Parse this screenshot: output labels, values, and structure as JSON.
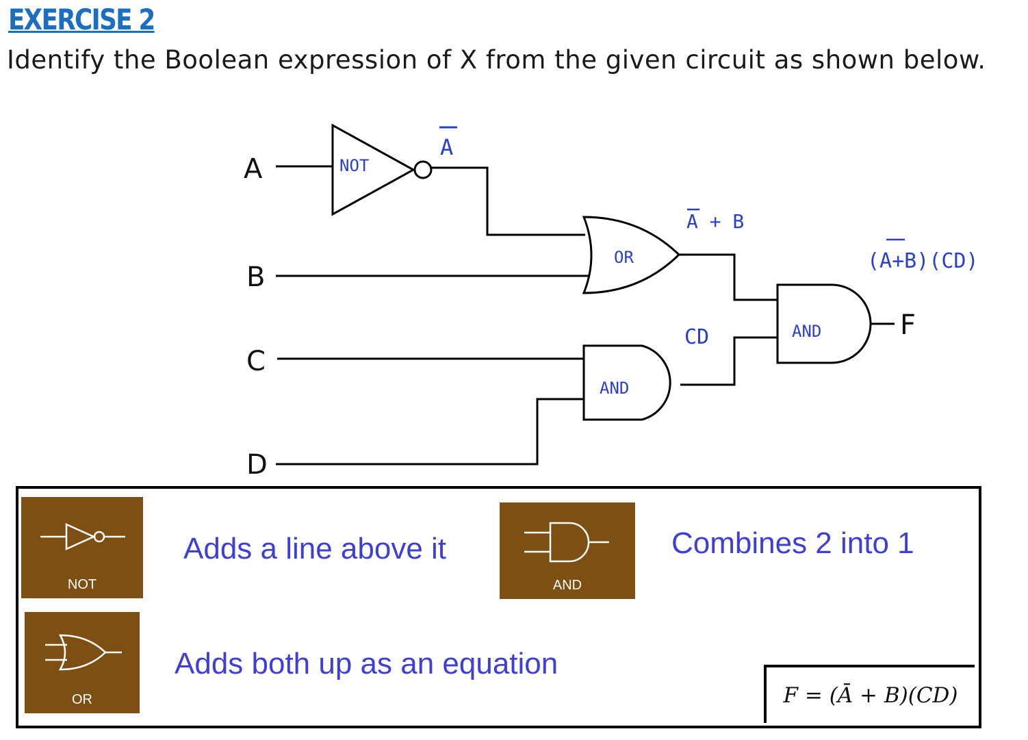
{
  "header": {
    "title": "EXERCISE 2",
    "instruction": "Identify the Boolean expression of X from the given circuit as shown below."
  },
  "circuit": {
    "inputs": [
      "A",
      "B",
      "C",
      "D"
    ],
    "output": "F",
    "gates": {
      "not": "NOT",
      "or": "OR",
      "and1": "AND",
      "and2": "AND"
    },
    "annotations": {
      "not_a": "A",
      "a_plus_b": "A + B",
      "cd": "CD",
      "final": "(A+B)(CD)"
    }
  },
  "legend": {
    "not_caption": "NOT",
    "not_desc": "Adds a line above it",
    "and_caption": "AND",
    "and_desc": "Combines 2 into 1",
    "or_caption": "OR",
    "or_desc": "Adds both up as an equation",
    "formula": "F = (Ā + B)(CD)"
  },
  "colors": {
    "title": "#1b6fc0",
    "handwriting": "#2a3fd0",
    "card": "#7e4f12",
    "legend_text": "#3f3fd6"
  }
}
